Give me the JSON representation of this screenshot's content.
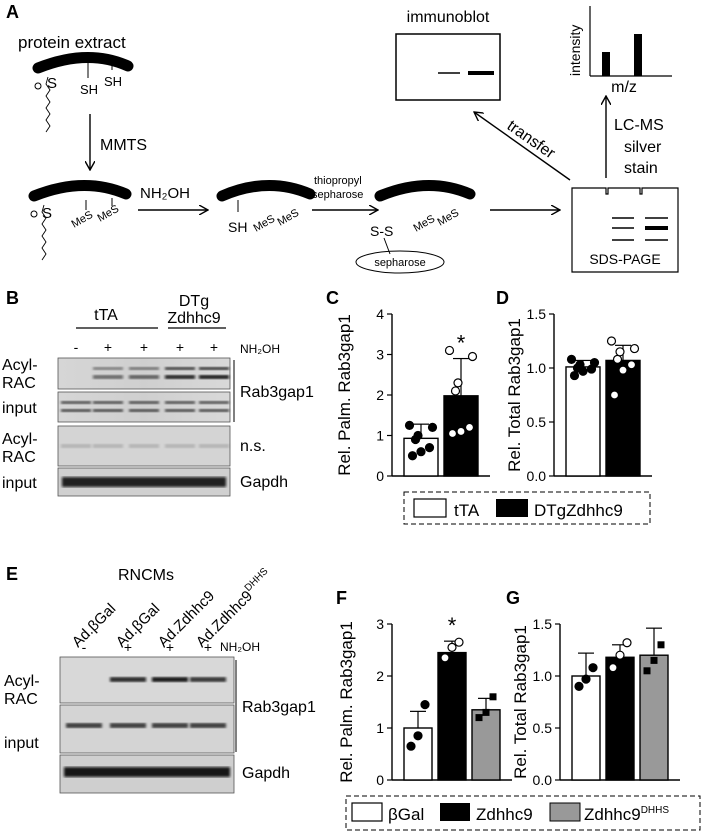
{
  "panels": {
    "A": {
      "letter": "A",
      "protein_extract": "protein extract",
      "mmts": "MMTS",
      "nh2oh": "NH₂OH",
      "thiopropyl": "thiopropyl",
      "sepharose_label": "sepharose",
      "sepharose_bead": "sepharose",
      "immunoblot": "immunoblot",
      "transfer": "transfer",
      "lcms": "LC-MS",
      "silver": "silver",
      "stain": "stain",
      "sds_page": "SDS-PAGE",
      "intensity": "intensity",
      "mz": "m/z",
      "s": "S",
      "sh": "SH",
      "mes": "MeS",
      "ss": "S-S"
    },
    "B": {
      "letter": "B",
      "group1": "tTA",
      "group2_line1": "DTg",
      "group2_line2": "Zdhhc9",
      "nh2oh": "NH₂OH",
      "lane_signs": [
        "-",
        "+",
        "+",
        "+",
        "+"
      ],
      "acyl_line1": "Acyl-",
      "acyl_line2": "RAC",
      "input": "input",
      "target": "Rab3gap1",
      "ns": "n.s.",
      "gapdh": "Gapdh"
    },
    "E": {
      "letter": "E",
      "title": "RNCMs",
      "lanes": [
        "Ad.βGal",
        "Ad.βGal",
        "Ad.Zdhhc9",
        "Ad.Zdhhc9"
      ],
      "lane4_superscript": "DHHS",
      "nh2oh": "NH₂OH",
      "lane_signs": [
        "-",
        "+",
        "+",
        "+"
      ],
      "acyl_line1": "Acyl-",
      "acyl_line2": "RAC",
      "input": "input",
      "target": "Rab3gap1",
      "gapdh": "Gapdh"
    }
  },
  "legends": {
    "CD": [
      "tTA",
      "DTgZdhhc9"
    ],
    "FG": [
      "βGal",
      "Zdhhc9",
      "Zdhhc9"
    ],
    "FG_superscript": "DHHS"
  },
  "chart_data": [
    {
      "panel": "C",
      "type": "bar",
      "ylabel": "Rel. Palm. Rab3gap1",
      "ylim": [
        0,
        4
      ],
      "yticks": [
        0,
        1,
        2,
        3,
        4
      ],
      "categories": [
        "tTA",
        "DTgZdhhc9"
      ],
      "values": [
        0.93,
        1.98
      ],
      "errors": [
        0.35,
        0.92
      ],
      "colors": [
        "#ffffff",
        "#000000"
      ],
      "points": [
        [
          0.5,
          0.6,
          0.7,
          0.9,
          1.0,
          1.2,
          1.25
        ],
        [
          1.05,
          1.1,
          1.2,
          2.1,
          2.3,
          2.95,
          3.1
        ]
      ],
      "significance": [
        null,
        "*"
      ]
    },
    {
      "panel": "D",
      "type": "bar",
      "ylabel": "Rel. Total Rab3gap1",
      "ylim": [
        0,
        1.5
      ],
      "yticks": [
        "0.0",
        "0.5",
        "1.0",
        "1.5"
      ],
      "categories": [
        "tTA",
        "DTgZdhhc9"
      ],
      "values": [
        1.01,
        1.07
      ],
      "errors": [
        0.06,
        0.14
      ],
      "colors": [
        "#ffffff",
        "#000000"
      ],
      "points": [
        [
          0.93,
          0.97,
          0.99,
          1.0,
          1.03,
          1.05,
          1.08
        ],
        [
          0.75,
          0.98,
          1.03,
          1.08,
          1.15,
          1.18,
          1.25
        ]
      ],
      "significance": [
        null,
        null
      ]
    },
    {
      "panel": "F",
      "type": "bar",
      "ylabel": "Rel. Palm. Rab3gap1",
      "ylim": [
        0,
        3
      ],
      "yticks": [
        0,
        1,
        2,
        3
      ],
      "categories": [
        "βGal",
        "Zdhhc9",
        "Zdhhc9DHHS"
      ],
      "values": [
        1.0,
        2.45,
        1.35
      ],
      "errors": [
        0.32,
        0.22,
        0.22
      ],
      "colors": [
        "#ffffff",
        "#000000",
        "#999999"
      ],
      "points": [
        [
          0.65,
          0.85,
          1.45
        ],
        [
          2.35,
          2.55,
          2.65
        ],
        [
          1.2,
          1.3,
          1.6
        ]
      ],
      "significance": [
        null,
        "*",
        null
      ]
    },
    {
      "panel": "G",
      "type": "bar",
      "ylabel": "Rel. Total Rab3gap1",
      "ylim": [
        0,
        1.5
      ],
      "yticks": [
        "0.0",
        "0.5",
        "1.0",
        "1.5"
      ],
      "categories": [
        "βGal",
        "Zdhhc9",
        "Zdhhc9DHHS"
      ],
      "values": [
        1.0,
        1.18,
        1.2
      ],
      "errors": [
        0.22,
        0.12,
        0.26
      ],
      "colors": [
        "#ffffff",
        "#000000",
        "#999999"
      ],
      "points": [
        [
          0.9,
          0.97,
          1.08
        ],
        [
          1.08,
          1.2,
          1.32
        ],
        [
          1.05,
          1.15,
          1.3
        ]
      ],
      "significance": [
        null,
        null,
        null
      ]
    }
  ]
}
